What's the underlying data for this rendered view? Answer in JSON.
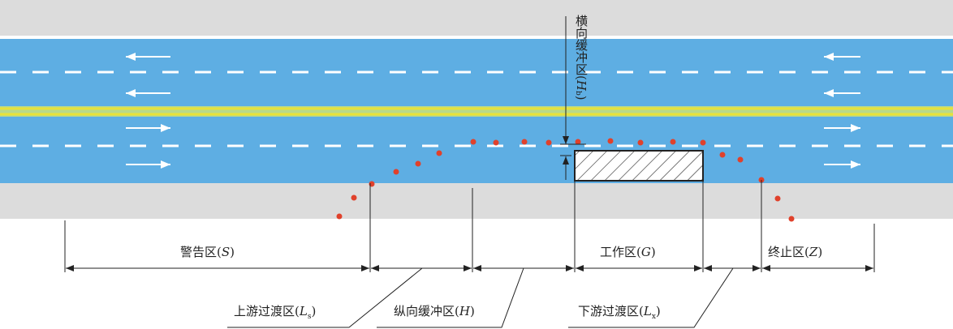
{
  "zones": {
    "warning": {
      "name": "警告区",
      "symbol": "S"
    },
    "upstream_transition": {
      "name": "上游过渡区",
      "symbol": "L",
      "sub": "s"
    },
    "longitudinal_buffer": {
      "name": "纵向缓冲区",
      "symbol": "H"
    },
    "work": {
      "name": "工作区",
      "symbol": "G"
    },
    "downstream_transition": {
      "name": "下游过渡区",
      "symbol": "L",
      "sub": "x"
    },
    "termination": {
      "name": "终止区",
      "symbol": "Z"
    },
    "lateral_buffer": {
      "name": "横向缓冲区",
      "symbol": "H",
      "sub": "b"
    }
  },
  "colors": {
    "road": "#5eaee3",
    "shoulder": "#dcdcdc",
    "center_line": "#e8e23a",
    "cone": "#e0412b"
  }
}
